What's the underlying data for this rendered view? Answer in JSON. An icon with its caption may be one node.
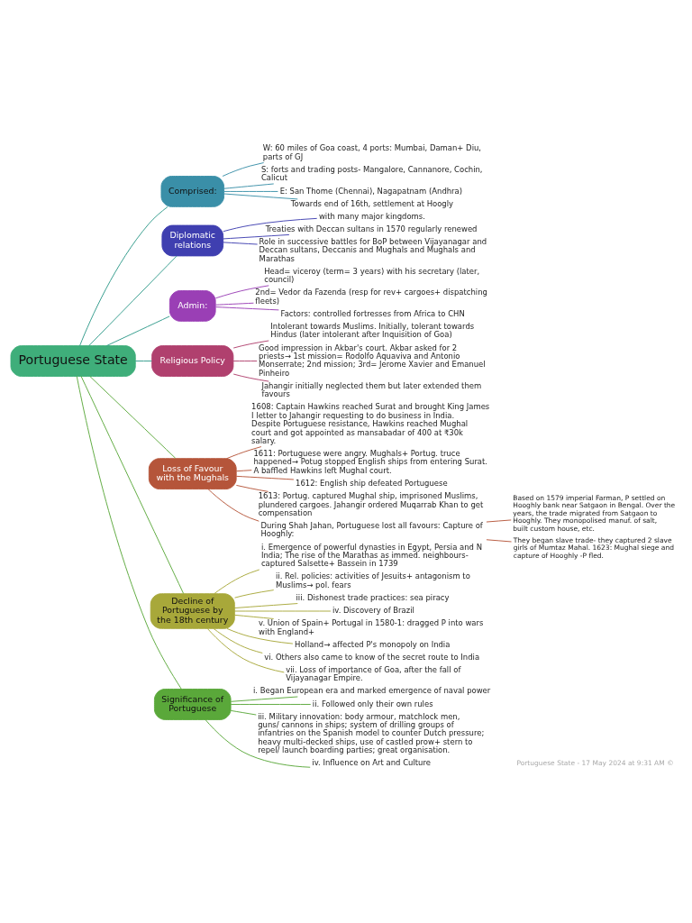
{
  "diagram": {
    "nodes": [
      {
        "text": [
          "Portuguese State"
        ]
      },
      {
        "text": [
          "Comprised:"
        ]
      },
      {
        "text": [
          "W: 60 miles of Goa coast, 4 ports: Mumbai, Daman+ Diu, parts of GJ"
        ]
      },
      {
        "text": [
          "S: forts and trading posts- Mangalore, Cannanore, Cochin, Calicut"
        ]
      },
      {
        "text": [
          "E: San Thome (Chennai), Nagapatnam (Andhra)"
        ]
      },
      {
        "text": [
          "Towards end of 16th, settlement at Hoogly"
        ]
      },
      {
        "text": [
          "Diplomatic relations"
        ]
      },
      {
        "text": [
          "with many major kingdoms."
        ]
      },
      {
        "text": [
          "Treaties with Deccan sultans in 1570 regularly renewed"
        ]
      },
      {
        "text": [
          "Role in successive battles for BoP between Vijayanagar and Deccan sultans, Deccanis and Mughals and Mughals and Marathas"
        ]
      },
      {
        "text": [
          "Admin:"
        ]
      },
      {
        "text": [
          "Head= viceroy (term= 3 years) with his secretary (later, council)"
        ]
      },
      {
        "text": [
          "2nd= Vedor da Fazenda (resp for rev+ cargoes+ dispatching fleets)"
        ]
      },
      {
        "text": [
          "Factors: controlled fortresses from Africa to CHN"
        ]
      },
      {
        "text": [
          "Religious Policy"
        ]
      },
      {
        "text": [
          "Intolerant towards Muslims. Initially, tolerant towards Hindus (later intolerant after Inquisition of Goa)"
        ]
      },
      {
        "text": [
          "Good impression in Akbar's court. Akbar asked for 2 priests→ 1st mission= Rodolfo Aquaviva and Antonio Monserrate; 2nd mission; 3rd= Jerome Xavier and Emanuel Pinheiro"
        ]
      },
      {
        "text": [
          "Jahangir initially neglected them but later extended them favours"
        ]
      },
      {
        "text": [
          "Loss of Favour with the Mughals"
        ]
      },
      {
        "text": [
          "1608: Captain Hawkins reached Surat and brought King James I letter to Jahangir requesting to do business in India. Despite Portuguese resistance, Hawkins reached Mughal court and got appointed as mansabadar of 400 at ₹30k salary."
        ]
      },
      {
        "text": [
          "1611: Portuguese were angry. Mughals+ Portug. truce happened→ Potug stopped English ships from entering Surat. A baffled Hawkins left Mughal court."
        ]
      },
      {
        "text": [
          "1612: English ship defeated Portuguese"
        ]
      },
      {
        "text": [
          "1613: Portug. captured Mughal ship, imprisoned Muslims, plundered cargoes. Jahangir ordered Muqarrab Khan to get compensation"
        ]
      },
      {
        "text": [
          "During Shah Jahan, Portuguese lost all favours: Capture of Hooghly:"
        ]
      },
      {
        "text": [
          "Based on 1579 imperial Farman, P settled on Hooghly bank near Satgaon in Bengal. Over the years, the trade migrated from Satgaon to Hooghly. They monopolised manuf. of salt, built custom house, etc."
        ]
      },
      {
        "text": [
          "They began slave trade- they captured 2 slave girls of Mumtaz Mahal. 1623: Mughal siege and capture of Hooghly -P fled."
        ]
      },
      {
        "text": [
          "Decline of Portuguese by the 18th century"
        ]
      },
      {
        "text": [
          "i. Emergence of powerful dynasties in Egypt, Persia and N India; The rise of the Marathas as immed. neighbours- captured Salsette+ Bassein in 1739"
        ]
      },
      {
        "text": [
          "ii. Rel. policies: activities of Jesuits+ antagonism to Muslims→ pol. fears"
        ]
      },
      {
        "text": [
          "iii. Dishonest trade practices: sea piracy"
        ]
      },
      {
        "text": [
          "iv. Discovery of Brazil"
        ]
      },
      {
        "text": [
          "v. Union of Spain+ Portugal in 1580-1: dragged P into wars with England+"
        ]
      },
      {
        "text": [
          "Holland→ affected P's monopoly on India"
        ]
      },
      {
        "text": [
          "vi. Others also came to know of the secret route to India"
        ]
      },
      {
        "text": [
          "vii. Loss of importance of Goa, after the fall of Vijayanagar Empire."
        ]
      },
      {
        "text": [
          "Significance of Portuguese"
        ]
      },
      {
        "text": [
          "i. Began European era and marked emergence of naval power"
        ]
      },
      {
        "text": [
          "ii. Followed only their own rules"
        ]
      },
      {
        "text": [
          "iii. Military innovation: body armour, matchlock men, guns/ cannons in ships; system of drilling groups of infantries on the Spanish model to counter Dutch pressure; heavy multi-decked ships, use of castled prow+ stern to repel/ launch boarding parties; great organisation."
        ]
      },
      {
        "text": [
          "iv. Influence on Art and Culture"
        ]
      }
    ],
    "edges": [
      {
        "from": 0,
        "to": 1,
        "arrow": "none",
        "color": "#2f9a8a"
      },
      {
        "from": 1,
        "to": 2,
        "arrow": "none",
        "color": "#3a8fa8"
      },
      {
        "from": 1,
        "to": 3,
        "arrow": "none",
        "color": "#3a8fa8"
      },
      {
        "from": 1,
        "to": 4,
        "arrow": "none",
        "color": "#3a8fa8"
      },
      {
        "from": 1,
        "to": 5,
        "arrow": "none",
        "color": "#3a8fa8"
      },
      {
        "from": 0,
        "to": 6,
        "arrow": "none",
        "color": "#2f9a8a"
      },
      {
        "from": 6,
        "to": 7,
        "arrow": "none",
        "color": "#3f3fb0"
      },
      {
        "from": 6,
        "to": 8,
        "arrow": "none",
        "color": "#3f3fb0"
      },
      {
        "from": 6,
        "to": 9,
        "arrow": "none",
        "color": "#3f3fb0"
      },
      {
        "from": 0,
        "to": 10,
        "arrow": "none",
        "color": "#2f9a8a"
      },
      {
        "from": 10,
        "to": 11,
        "arrow": "none",
        "color": "#9a3fb5"
      },
      {
        "from": 10,
        "to": 12,
        "arrow": "none",
        "color": "#9a3fb5"
      },
      {
        "from": 10,
        "to": 13,
        "arrow": "none",
        "color": "#9a3fb5"
      },
      {
        "from": 0,
        "to": 14,
        "arrow": "none",
        "color": "#2f9a8a"
      },
      {
        "from": 14,
        "to": 15,
        "arrow": "none",
        "color": "#b0406e"
      },
      {
        "from": 14,
        "to": 16,
        "arrow": "none",
        "color": "#b0406e"
      },
      {
        "from": 14,
        "to": 17,
        "arrow": "none",
        "color": "#b0406e"
      },
      {
        "from": 0,
        "to": 18,
        "arrow": "none",
        "color": "#5aa83a"
      },
      {
        "from": 18,
        "to": 19,
        "arrow": "none",
        "color": "#b5553a"
      },
      {
        "from": 18,
        "to": 20,
        "arrow": "none",
        "color": "#b5553a"
      },
      {
        "from": 18,
        "to": 21,
        "arrow": "none",
        "color": "#b5553a"
      },
      {
        "from": 18,
        "to": 22,
        "arrow": "none",
        "color": "#b5553a"
      },
      {
        "from": 18,
        "to": 23,
        "arrow": "none",
        "color": "#b5553a"
      },
      {
        "from": 23,
        "to": 24,
        "arrow": "none",
        "color": "#b5553a"
      },
      {
        "from": 23,
        "to": 25,
        "arrow": "none",
        "color": "#b5553a"
      },
      {
        "from": 0,
        "to": 26,
        "arrow": "none",
        "color": "#5aa83a"
      },
      {
        "from": 26,
        "to": 27,
        "arrow": "none",
        "color": "#a8a83a"
      },
      {
        "from": 26,
        "to": 28,
        "arrow": "none",
        "color": "#a8a83a"
      },
      {
        "from": 26,
        "to": 29,
        "arrow": "none",
        "color": "#a8a83a"
      },
      {
        "from": 26,
        "to": 30,
        "arrow": "none",
        "color": "#a8a83a"
      },
      {
        "from": 26,
        "to": 31,
        "arrow": "none",
        "color": "#a8a83a"
      },
      {
        "from": 26,
        "to": 32,
        "arrow": "none",
        "color": "#a8a83a"
      },
      {
        "from": 26,
        "to": 33,
        "arrow": "none",
        "color": "#a8a83a"
      },
      {
        "from": 26,
        "to": 34,
        "arrow": "none",
        "color": "#a8a83a"
      },
      {
        "from": 0,
        "to": 35,
        "arrow": "none",
        "color": "#5aa83a"
      },
      {
        "from": 35,
        "to": 36,
        "arrow": "none",
        "color": "#5aa83a"
      },
      {
        "from": 35,
        "to": 37,
        "arrow": "none",
        "color": "#5aa83a"
      },
      {
        "from": 35,
        "to": 38,
        "arrow": "none",
        "color": "#5aa83a"
      },
      {
        "from": 35,
        "to": 39,
        "arrow": "none",
        "color": "#5aa83a"
      }
    ],
    "labels": [
      "Portuguese State - 17 May 2024 at 9:31 AM ©"
    ]
  }
}
